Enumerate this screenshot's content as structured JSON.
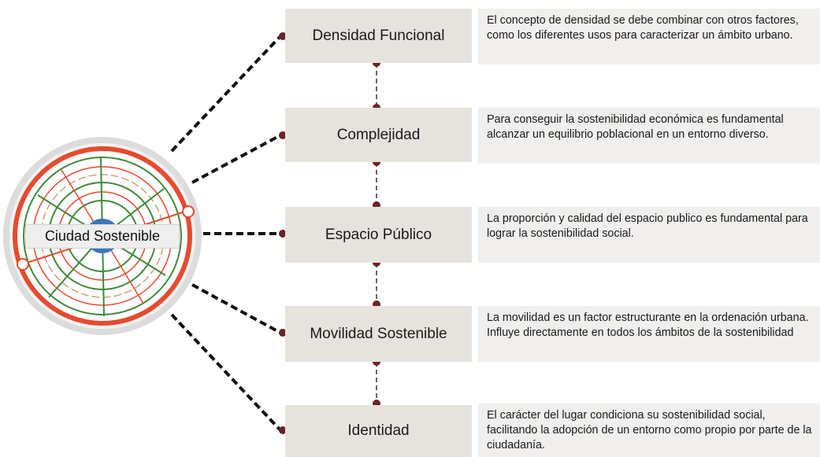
{
  "center": {
    "label": "Ciudad Sostenible"
  },
  "nodes": [
    {
      "label": "Densidad Funcional",
      "description": "El concepto de densidad  se debe combinar con otros factores, como los diferentes usos para caracterizar un ámbito urbano."
    },
    {
      "label": "Complejidad",
      "description": "Para conseguir la sostenibilidad económica es fundamental alcanzar un equilibrio poblacional en un entorno diverso."
    },
    {
      "label": "Espacio Público",
      "description": "La proporción y calidad del espacio publico es fundamental para lograr la sostenibilidad social."
    },
    {
      "label": "Movilidad Sostenible",
      "description": "La movilidad es un factor estructurante en la ordenación urbana. Influye directamente en todos los ámbitos de la sostenibilidad"
    },
    {
      "label": "Identidad",
      "description": "El carácter del lugar condiciona su sostenibilidad social, facilitando la adopción de un entorno como propio por parte de la ciudadanía."
    }
  ],
  "colors": {
    "node_bg": "#e6e3df",
    "desc_bg": "#f0efed",
    "dot": "#6b2424",
    "ring_red": "#e84a2e",
    "ring_green": "#3f8a3a",
    "ring_gray": "#dcdcdc",
    "globe": "#3d76b8"
  }
}
